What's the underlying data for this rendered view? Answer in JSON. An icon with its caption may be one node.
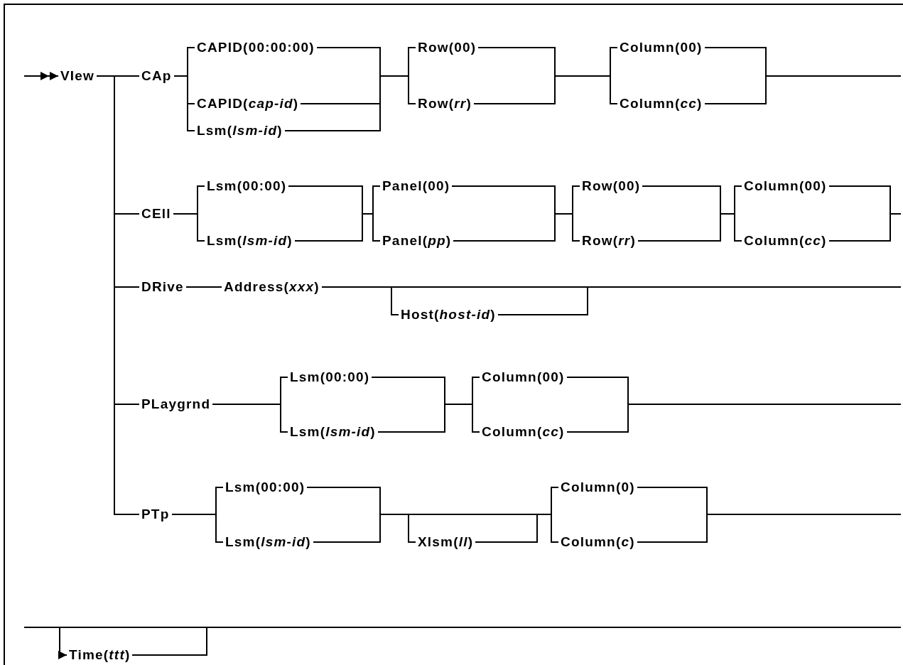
{
  "diagram": {
    "nodes": [
      {
        "text": [
          "VIew"
        ]
      },
      {
        "text": [
          "CAp"
        ]
      },
      {
        "text": [
          "CAPID(00:00:00)"
        ]
      },
      {
        "text": [
          "CAPID(*cap-id*)"
        ]
      },
      {
        "text": [
          "Lsm(*lsm-id*)"
        ]
      },
      {
        "text": [
          "Row(00)"
        ]
      },
      {
        "text": [
          "Row(*rr*)"
        ]
      },
      {
        "text": [
          "Column(00)"
        ]
      },
      {
        "text": [
          "Column(*cc*)"
        ]
      },
      {
        "text": [
          "CEll"
        ]
      },
      {
        "text": [
          "Lsm(00:00)"
        ]
      },
      {
        "text": [
          "Lsm(*lsm-id*)"
        ]
      },
      {
        "text": [
          "Panel(00)"
        ]
      },
      {
        "text": [
          "Panel(*pp*)"
        ]
      },
      {
        "text": [
          "Row(00)"
        ]
      },
      {
        "text": [
          "Row(*rr*)"
        ]
      },
      {
        "text": [
          "Column(00)"
        ]
      },
      {
        "text": [
          "Column(*cc*)"
        ]
      },
      {
        "text": [
          "DRive"
        ]
      },
      {
        "text": [
          "Address(*xxx*)"
        ]
      },
      {
        "text": [
          "Host(*host-id*)"
        ]
      },
      {
        "text": [
          "PLaygrnd"
        ]
      },
      {
        "text": [
          "Lsm(00:00)"
        ]
      },
      {
        "text": [
          "Lsm(*lsm-id*)"
        ]
      },
      {
        "text": [
          "Column(00)"
        ]
      },
      {
        "text": [
          "Column(*cc*)"
        ]
      },
      {
        "text": [
          "PTp"
        ]
      },
      {
        "text": [
          "Lsm(00:00)"
        ]
      },
      {
        "text": [
          "Lsm(*lsm-id*)"
        ]
      },
      {
        "text": [
          "Xlsm(*ll*)"
        ]
      },
      {
        "text": [
          "Column(0)"
        ]
      },
      {
        "text": [
          "Column(*c*)"
        ]
      },
      {
        "text": [
          "Time(*ttt*)"
        ]
      }
    ],
    "edges": [
      {
        "from": null,
        "to": 0,
        "arrow": "to"
      },
      {
        "from": 0,
        "to": 1,
        "arrow": "none"
      },
      {
        "from": 0,
        "to": 9,
        "arrow": "none"
      },
      {
        "from": 0,
        "to": 18,
        "arrow": "none"
      },
      {
        "from": 0,
        "to": 21,
        "arrow": "none"
      },
      {
        "from": 0,
        "to": 26,
        "arrow": "none"
      },
      {
        "from": 1,
        "to": 2,
        "arrow": "none"
      },
      {
        "from": 1,
        "to": 3,
        "arrow": "none"
      },
      {
        "from": 1,
        "to": 4,
        "arrow": "none"
      },
      {
        "from": 2,
        "to": 5,
        "arrow": "none"
      },
      {
        "from": 2,
        "to": 6,
        "arrow": "none"
      },
      {
        "from": 3,
        "to": 5,
        "arrow": "none"
      },
      {
        "from": 3,
        "to": 6,
        "arrow": "none"
      },
      {
        "from": 4,
        "to": 5,
        "arrow": "none"
      },
      {
        "from": 4,
        "to": 6,
        "arrow": "none"
      },
      {
        "from": 5,
        "to": 7,
        "arrow": "none"
      },
      {
        "from": 5,
        "to": 8,
        "arrow": "none"
      },
      {
        "from": 6,
        "to": 7,
        "arrow": "none"
      },
      {
        "from": 6,
        "to": 8,
        "arrow": "none"
      },
      {
        "from": 7,
        "to": null,
        "arrow": "none"
      },
      {
        "from": 8,
        "to": null,
        "arrow": "none"
      },
      {
        "from": 9,
        "to": 10,
        "arrow": "none"
      },
      {
        "from": 9,
        "to": 11,
        "arrow": "none"
      },
      {
        "from": 10,
        "to": 12,
        "arrow": "none"
      },
      {
        "from": 10,
        "to": 13,
        "arrow": "none"
      },
      {
        "from": 11,
        "to": 12,
        "arrow": "none"
      },
      {
        "from": 11,
        "to": 13,
        "arrow": "none"
      },
      {
        "from": 12,
        "to": 14,
        "arrow": "none"
      },
      {
        "from": 12,
        "to": 15,
        "arrow": "none"
      },
      {
        "from": 13,
        "to": 14,
        "arrow": "none"
      },
      {
        "from": 13,
        "to": 15,
        "arrow": "none"
      },
      {
        "from": 14,
        "to": 16,
        "arrow": "none"
      },
      {
        "from": 14,
        "to": 17,
        "arrow": "none"
      },
      {
        "from": 15,
        "to": 16,
        "arrow": "none"
      },
      {
        "from": 15,
        "to": 17,
        "arrow": "none"
      },
      {
        "from": 16,
        "to": null,
        "arrow": "none"
      },
      {
        "from": 17,
        "to": null,
        "arrow": "none"
      },
      {
        "from": 18,
        "to": 19,
        "arrow": "none"
      },
      {
        "from": 19,
        "to": 20,
        "arrow": "none"
      },
      {
        "from": 19,
        "to": null,
        "arrow": "none"
      },
      {
        "from": 20,
        "to": null,
        "arrow": "none"
      },
      {
        "from": 21,
        "to": 22,
        "arrow": "none"
      },
      {
        "from": 21,
        "to": 23,
        "arrow": "none"
      },
      {
        "from": 22,
        "to": 24,
        "arrow": "none"
      },
      {
        "from": 22,
        "to": 25,
        "arrow": "none"
      },
      {
        "from": 23,
        "to": 24,
        "arrow": "none"
      },
      {
        "from": 23,
        "to": 25,
        "arrow": "none"
      },
      {
        "from": 24,
        "to": null,
        "arrow": "none"
      },
      {
        "from": 25,
        "to": null,
        "arrow": "none"
      },
      {
        "from": 26,
        "to": 27,
        "arrow": "none"
      },
      {
        "from": 26,
        "to": 28,
        "arrow": "none"
      },
      {
        "from": 27,
        "to": 29,
        "arrow": "none"
      },
      {
        "from": 28,
        "to": 29,
        "arrow": "none"
      },
      {
        "from": 27,
        "to": 30,
        "arrow": "none"
      },
      {
        "from": 27,
        "to": 31,
        "arrow": "none"
      },
      {
        "from": 28,
        "to": 30,
        "arrow": "none"
      },
      {
        "from": 28,
        "to": 31,
        "arrow": "none"
      },
      {
        "from": 29,
        "to": 30,
        "arrow": "none"
      },
      {
        "from": 29,
        "to": 31,
        "arrow": "none"
      },
      {
        "from": 30,
        "to": null,
        "arrow": "none"
      },
      {
        "from": 31,
        "to": null,
        "arrow": "none"
      },
      {
        "from": null,
        "to": 32,
        "arrow": "to"
      },
      {
        "from": 32,
        "to": null,
        "arrow": "none"
      }
    ]
  }
}
